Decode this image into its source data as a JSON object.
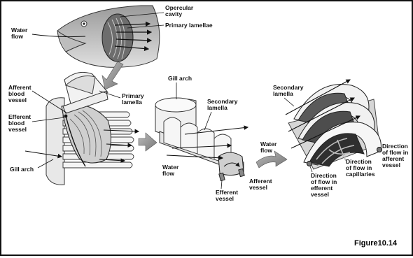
{
  "labels": {
    "opercular_cavity": [
      "Opercular",
      "cavity"
    ],
    "primary_lamellae": "Primary lamellae",
    "water_flow_fish": [
      "Water",
      "flow"
    ],
    "afferent_blood_vessel": [
      "Afferent",
      "blood",
      "vessel"
    ],
    "efferent_blood_vessel": [
      "Efferent",
      "blood",
      "vessel"
    ],
    "primary_lamella": [
      "Primary",
      "lamella"
    ],
    "gill_arch_left": "Gill arch",
    "gill_arch_mid": "Gill arch",
    "secondary_lamella_mid": [
      "Secondary",
      "lamella"
    ],
    "water_flow_mid": [
      "Water",
      "flow"
    ],
    "efferent_vessel": [
      "Efferent",
      "vessel"
    ],
    "afferent_vessel": [
      "Afferent",
      "vessel"
    ],
    "secondary_lamella_right": [
      "Secondary",
      "lamella"
    ],
    "water_flow_right": [
      "Water",
      "flow"
    ],
    "direction_efferent": [
      "Direction",
      "of flow in",
      "efferent",
      "vessel"
    ],
    "direction_capillaries": [
      "Direction",
      "of flow in",
      "capillaries"
    ],
    "direction_afferent": [
      "Direction",
      "of flow in",
      "afferent",
      "vessel"
    ]
  },
  "caption": "Figure10.14",
  "colors": {
    "ink": "#111111",
    "shade": "#8a8a8a",
    "light": "#d9d9d9",
    "dark": "#3a3a3a"
  }
}
